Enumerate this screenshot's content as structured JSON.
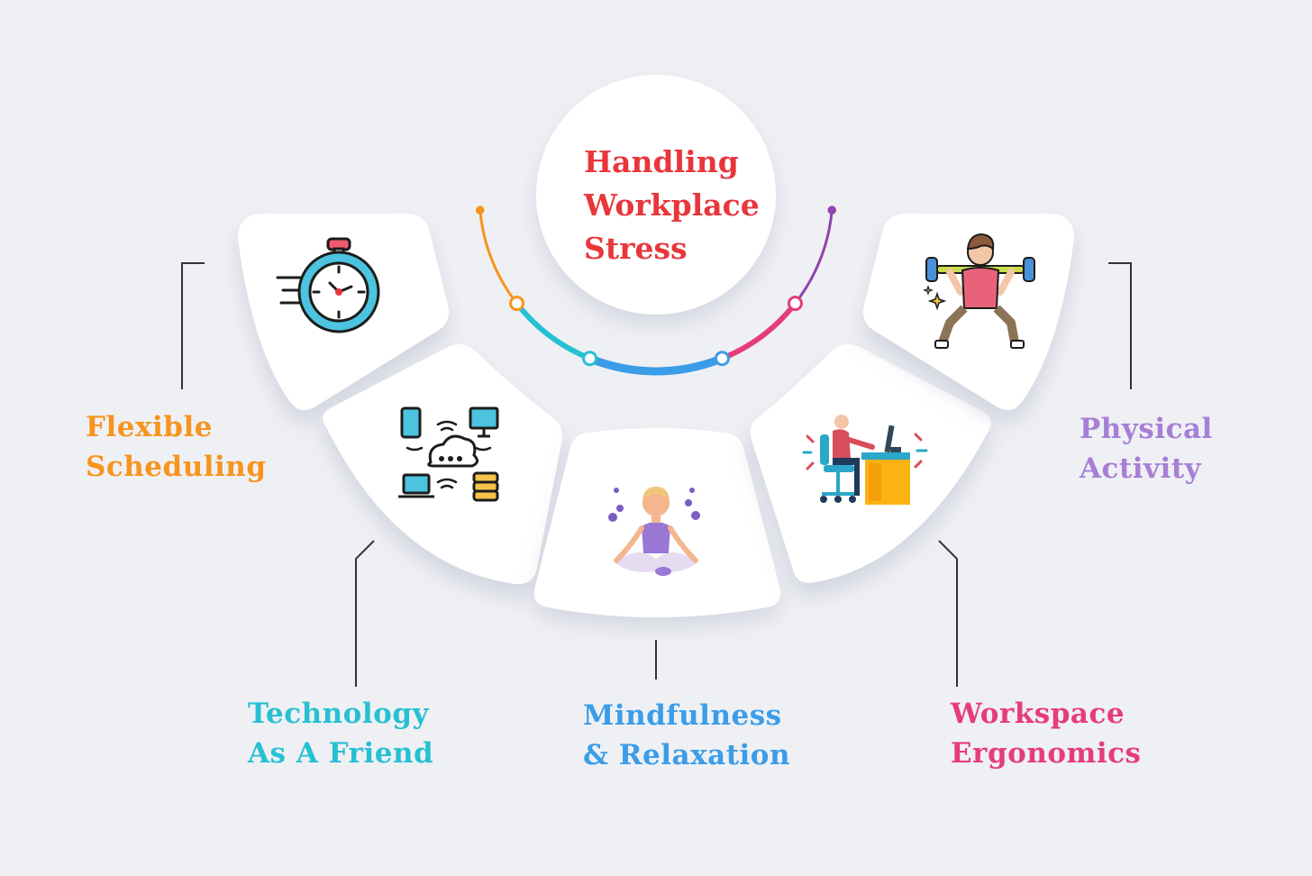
{
  "title": {
    "line1": "Handling",
    "line2": "Workplace",
    "line3": "Stress",
    "color": "#e8363b"
  },
  "items": [
    {
      "id": "flexible-scheduling",
      "line1": "Flexible",
      "line2": "Scheduling",
      "color": "#f7941d",
      "icon": "stopwatch-icon"
    },
    {
      "id": "technology",
      "line1": "Technology",
      "line2": "As A Friend",
      "color": "#26c0d3",
      "icon": "cloud-network-icon"
    },
    {
      "id": "mindfulness",
      "line1": "Mindfulness",
      "line2": "& Relaxation",
      "color": "#3b9de8",
      "icon": "meditation-icon"
    },
    {
      "id": "workspace",
      "line1": "Workspace",
      "line2": "Ergonomics",
      "color": "#e63c7a",
      "icon": "desk-worker-icon"
    },
    {
      "id": "physical",
      "line1": "Physical",
      "line2": "Activity",
      "color": "#a77fd6",
      "icon": "weightlifter-icon"
    }
  ],
  "arc_colors": [
    "#f7941d",
    "#26c0d3",
    "#3b9de8",
    "#e63c7a",
    "#8e44ad"
  ],
  "background": "#eff0f4"
}
